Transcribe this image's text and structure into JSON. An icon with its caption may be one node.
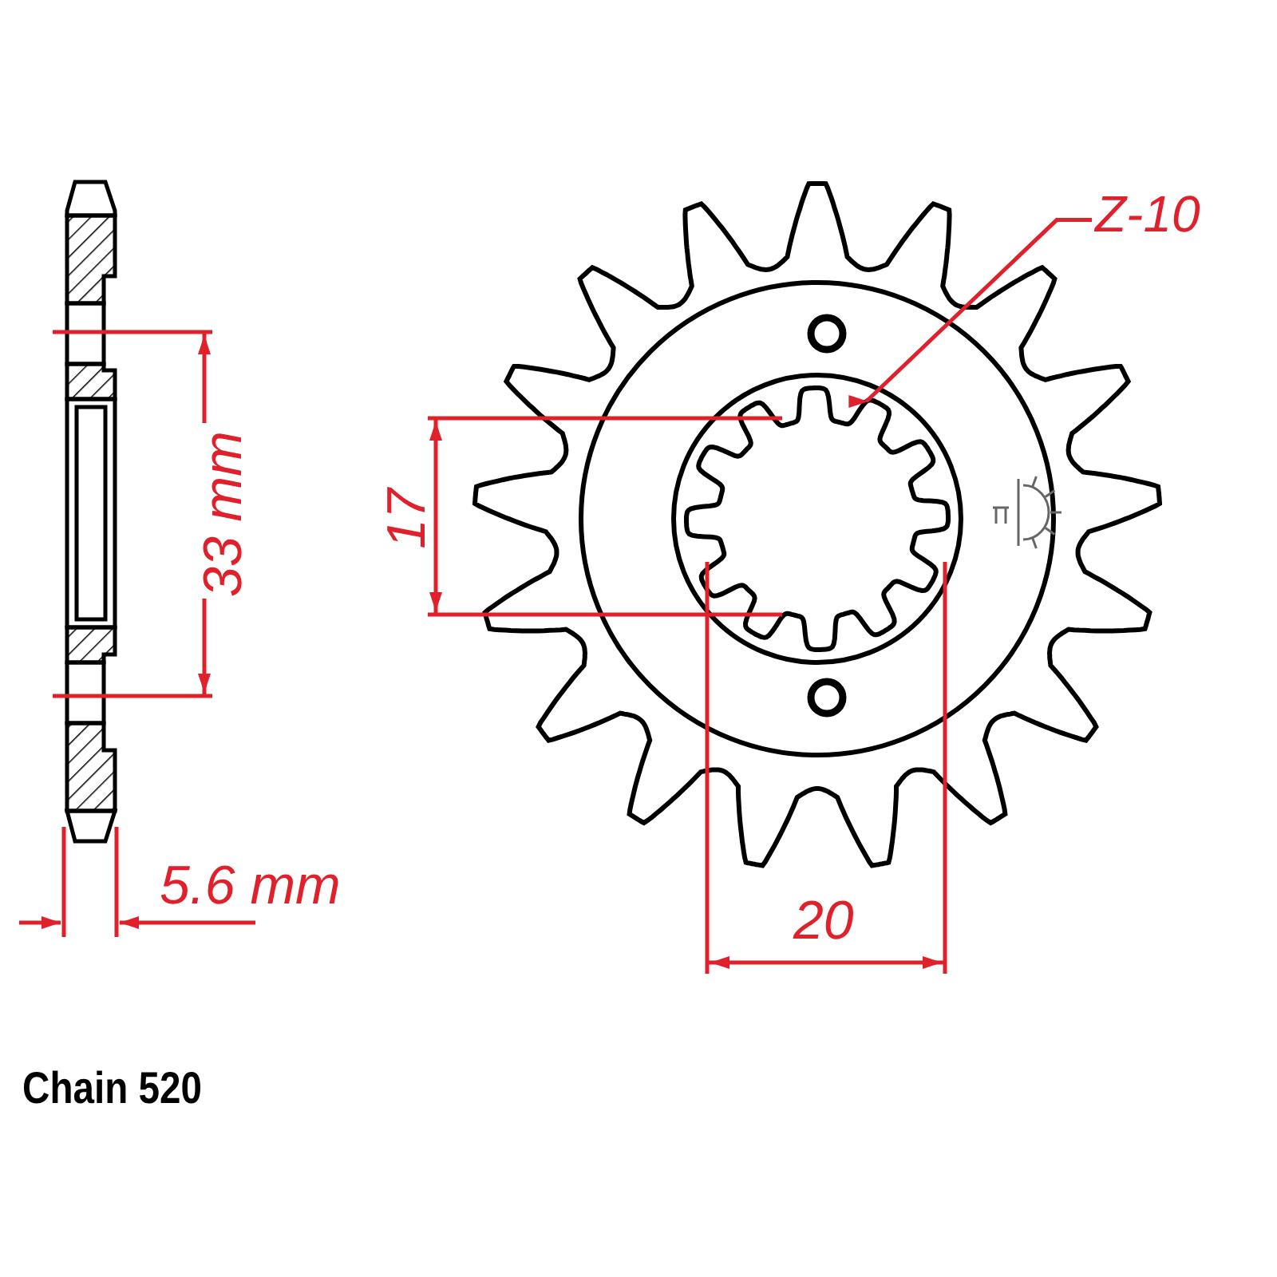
{
  "diagram": {
    "nodes": [
      {
        "text": [
          "Z-10"
        ]
      },
      {
        "text": [],
        "shape": "picture"
      }
    ],
    "edges": [
      {
        "from": 0,
        "to": 1,
        "arrow": "to"
      }
    ],
    "labels": [
      "33 mm",
      "17",
      "5.6 mm",
      "20",
      "Chain 520"
    ]
  }
}
